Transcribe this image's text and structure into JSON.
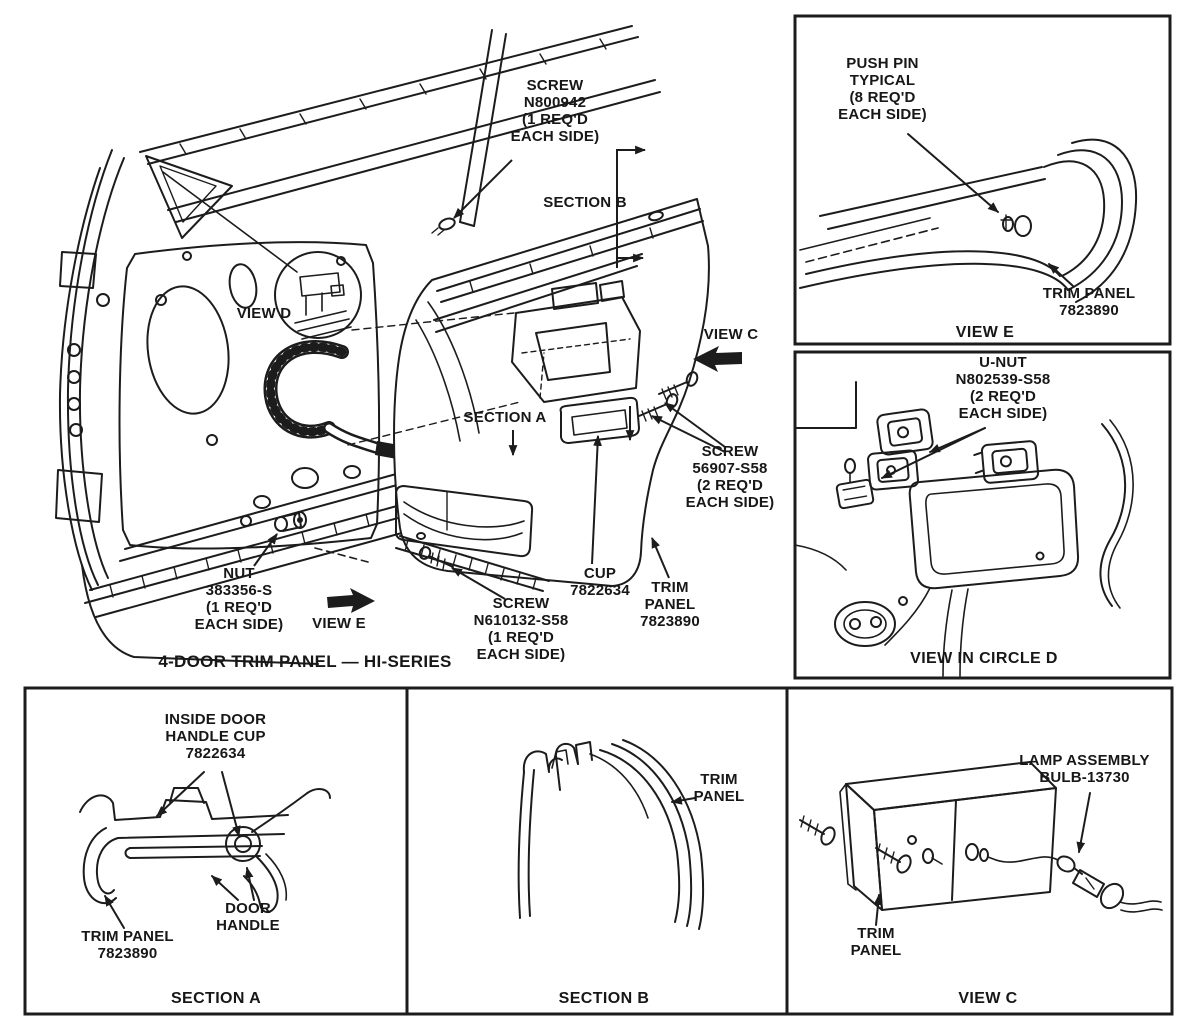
{
  "figure": {
    "caption": "4-DOOR TRIM PANEL — HI-SERIES"
  },
  "main": {
    "labels": {
      "screw_top": "SCREW\nN800942\n(1 REQ'D\nEACH SIDE)",
      "section_b": "SECTION B",
      "view_d": "VIEW D",
      "section_a": "SECTION A",
      "view_c": "VIEW C",
      "screw_right": "SCREW\n56907-S58\n(2 REQ'D\nEACH SIDE)",
      "nut": "NUT\n383356-S\n(1 REQ'D\nEACH SIDE)",
      "view_e": "VIEW E",
      "screw_bottom": "SCREW\nN610132-S58\n(1 REQ'D\nEACH SIDE)",
      "cup": "CUP\n7822634",
      "trim_panel": "TRIM\nPANEL\n7823890"
    }
  },
  "panel_view_e": {
    "caption": "VIEW E",
    "labels": {
      "push_pin": "PUSH PIN\nTYPICAL\n(8 REQ'D\nEACH SIDE)",
      "trim_panel": "TRIM PANEL\n7823890"
    }
  },
  "panel_circle_d": {
    "caption": "VIEW IN CIRCLE D",
    "labels": {
      "u_nut": "U-NUT\nN802539-S58\n(2 REQ'D\nEACH SIDE)"
    }
  },
  "panel_section_a": {
    "caption": "SECTION A",
    "labels": {
      "handle_cup": "INSIDE DOOR\nHANDLE CUP\n7822634",
      "trim_panel": "TRIM PANEL\n7823890",
      "door_handle": "DOOR\nHANDLE"
    }
  },
  "panel_section_b": {
    "caption": "SECTION B",
    "labels": {
      "trim_panel": "TRIM\nPANEL"
    }
  },
  "panel_view_c": {
    "caption": "VIEW C",
    "labels": {
      "lamp": "LAMP ASSEMBLY\nBULB-13730",
      "trim_panel": "TRIM\nPANEL"
    }
  },
  "art": {
    "ink": "#1c1c1c",
    "paper": "#ffffff"
  }
}
